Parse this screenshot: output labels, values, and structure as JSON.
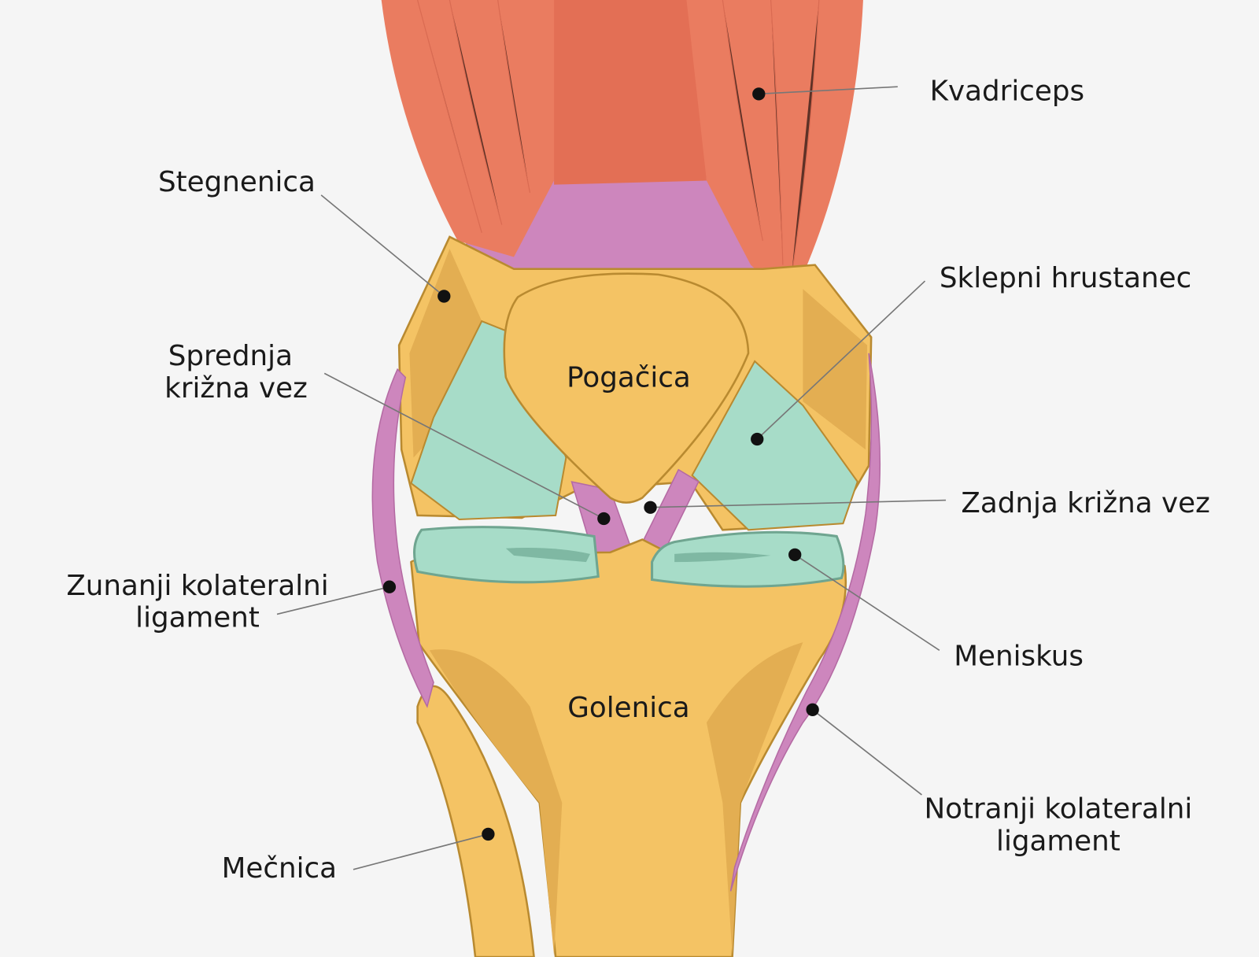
{
  "title": "Knee joint anatomy",
  "colors": {
    "background": "#f5f5f5",
    "muscle": "#ea7c60",
    "tendon": "#cd86bd",
    "bone": "#f4c364",
    "cartilage": "#a7dcc8"
  },
  "labels": {
    "quadriceps": "Kvadriceps",
    "femur": "Stegnenica",
    "cartilage": "Sklepni hrustanec",
    "acl_1": "Sprednja",
    "acl_2": "križna vez",
    "patella": "Pogačica",
    "pcl": "Zadnja križna vez",
    "lcl_1": "Zunanji kolateralni",
    "lcl_2": "ligament",
    "meniscus": "Meniskus",
    "tibia": "Golenica",
    "mcl_1": "Notranji kolateralni",
    "mcl_2": "ligament",
    "fibula": "Mečnica"
  }
}
